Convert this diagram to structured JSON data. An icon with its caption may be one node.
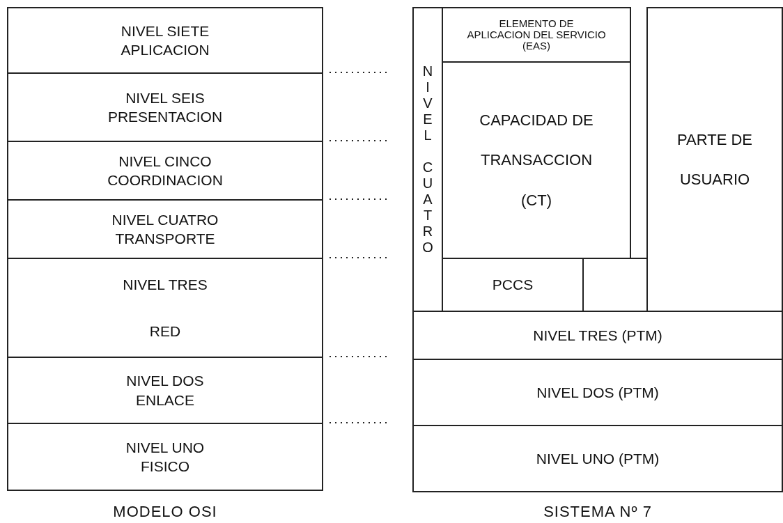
{
  "diagram": {
    "nodes": [
      {
        "text": [
          "NIVEL SIETE",
          "APLICACION"
        ]
      },
      {
        "text": [
          "NIVEL SEIS",
          "PRESENTACION"
        ]
      },
      {
        "text": [
          "NIVEL CINCO",
          "COORDINACION"
        ]
      },
      {
        "text": [
          "NIVEL CUATRO",
          "TRANSPORTE"
        ]
      },
      {
        "text": [
          "NIVEL TRES",
          "RED"
        ]
      },
      {
        "text": [
          "NIVEL DOS",
          "ENLACE"
        ]
      },
      {
        "text": [
          "NIVEL UNO",
          "FISICO"
        ]
      },
      {
        "text": [
          "NIVEL CUATRO"
        ]
      },
      {
        "text": [
          "ELEMENTO DE APLICACION DEL SERVICIO (EAS)"
        ]
      },
      {
        "text": [
          "CAPACIDAD DE TRANSACCION (CT)"
        ]
      },
      {
        "text": [
          "PCCS"
        ]
      },
      {
        "text": [],
        "shape": "box"
      },
      {
        "text": [
          "PARTE DE USUARIO"
        ]
      },
      {
        "text": [
          "NIVEL TRES (PTM)"
        ]
      },
      {
        "text": [
          "NIVEL DOS (PTM)"
        ]
      },
      {
        "text": [
          "NIVEL UNO (PTM)"
        ]
      }
    ],
    "labels": [
      "MODELO OSI",
      "SISTEMA Nº 7"
    ]
  }
}
